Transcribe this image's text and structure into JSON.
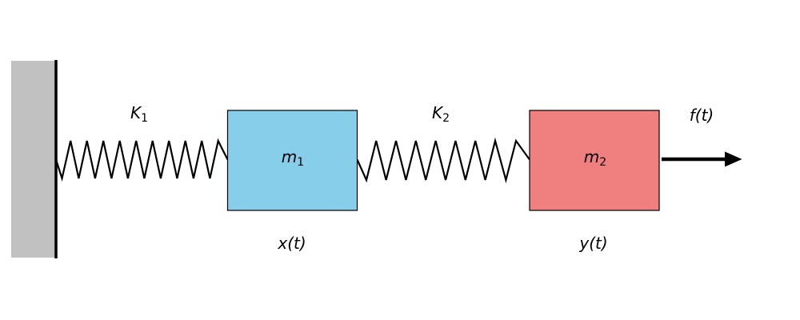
{
  "colors": {
    "background": "#ffffff",
    "line": "#000000",
    "wall_fill": "#c1c1c1",
    "mass1_fill": "#87ceeb",
    "mass2_fill": "#f08080"
  },
  "wall": {
    "fill": "#c1c1c1"
  },
  "springs": [
    {
      "label_base": "K",
      "label_sub": "1"
    },
    {
      "label_base": "K",
      "label_sub": "2"
    }
  ],
  "masses": [
    {
      "label_base": "m",
      "label_sub": "1",
      "fill": "#87ceeb",
      "displacement_label": "x(t)"
    },
    {
      "label_base": "m",
      "label_sub": "2",
      "fill": "#f08080",
      "displacement_label": "y(t)"
    }
  ],
  "force": {
    "label": "f(t)"
  }
}
